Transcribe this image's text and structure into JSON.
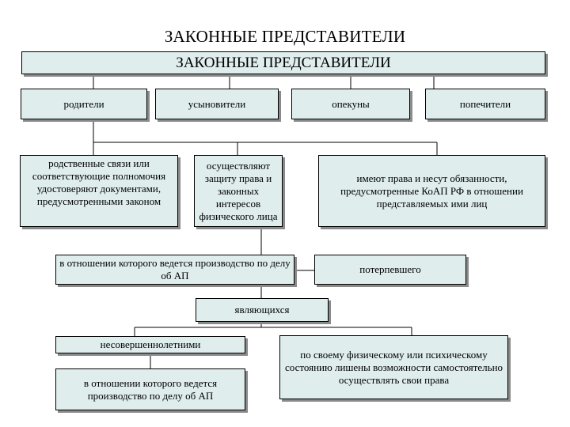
{
  "title": "ЗАКОННЫЕ ПРЕДСТАВИТЕЛИ",
  "header": "ЗАКОННЫЕ ПРЕДСТАВИТЕЛИ",
  "categories": {
    "parents": "родители",
    "adopters": "усыновители",
    "guardians": "опекуны",
    "trustees": "попечители"
  },
  "descriptions": {
    "kinship": "родственные связи или соответствующие полномочия удостоверяют документами, предусмотренными законом",
    "protect": "осуществляют защиту права и законных интересов физического лица",
    "rights": "имеют права и несут обязанности, предусмотренные КоАП РФ в отношении представляемых ими лиц"
  },
  "subjects": {
    "proceeding_person": "в отношении которого ведется производство по делу об АП",
    "victim": "потерпевшего"
  },
  "being": "являющихся",
  "conditions": {
    "minors": "несовершеннолетними",
    "proceeding_person_2": "в отношении которого ведется производство по делу об АП",
    "incapable": "по своему физическому или психическому состоянию лишены возможности самостоятельно осуществлять свои права"
  }
}
